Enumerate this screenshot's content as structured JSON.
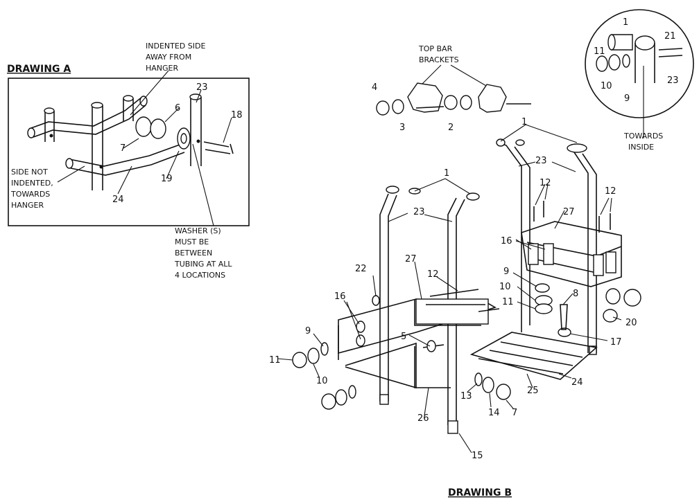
{
  "drawing_a": {
    "title": "DRAWING A",
    "note_indented": [
      "INDENTED SIDE",
      "AWAY FROM",
      "HANGER"
    ],
    "note_side": [
      "SIDE NOT",
      "INDENTED,",
      "TOWARDS",
      "HANGER"
    ],
    "note_washer": [
      "WASHER (S)",
      "MUST BE",
      "BETWEEN",
      "TUBING AT ALL",
      "4 LOCATIONS"
    ],
    "callouts": [
      "23",
      "6",
      "18",
      "7",
      "19",
      "24"
    ]
  },
  "drawing_b": {
    "title": "DRAWING B",
    "note_top_bar": [
      "TOP BAR",
      "BRACKETS"
    ],
    "callouts_brackets": [
      "4",
      "3",
      "2"
    ],
    "callouts_left": [
      "1",
      "23",
      "22",
      "27",
      "12",
      "16",
      "9",
      "11",
      "10",
      "5",
      "26",
      "13",
      "14",
      "7",
      "15"
    ],
    "callouts_right": [
      "1",
      "23",
      "12",
      "12",
      "27",
      "16",
      "9",
      "10",
      "11",
      "8",
      "20",
      "17",
      "24",
      "25"
    ]
  },
  "detail": {
    "callouts": [
      "1",
      "21",
      "11",
      "10",
      "9",
      "23"
    ],
    "note_towards": [
      "TOWARDS",
      "INSIDE"
    ]
  }
}
